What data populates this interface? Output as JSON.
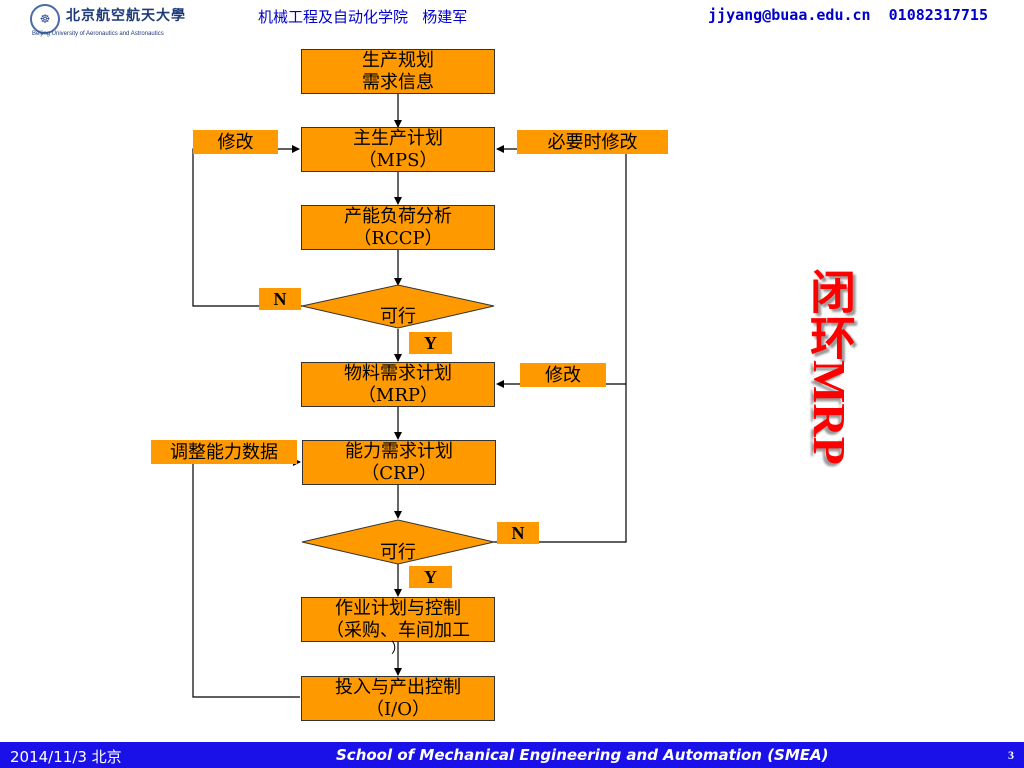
{
  "header": {
    "university_cn": "北京航空航天大學",
    "university_en": "Beijing University of Aeronautics and Astronautics",
    "center_text": "机械工程及自动化学院   杨建军",
    "contact": "jjyang@buaa.edu.cn  01082317715"
  },
  "flowchart": {
    "nodes": [
      {
        "line1": "生产规划",
        "line2": "需求信息"
      },
      {
        "line1": "主生产计划",
        "line2": "（MPS）"
      },
      {
        "line1": "产能负荷分析",
        "line2": "（RCCP）"
      },
      {
        "line1": "物料需求计划",
        "line2": "（MRP）"
      },
      {
        "line1": "能力需求计划",
        "line2": "（CRP）"
      },
      {
        "line1": "作业计划与控制",
        "line2": "（采购、车间加工",
        "line3": "）"
      },
      {
        "line1": "投入与产出控制",
        "line2": "（I/O）"
      }
    ],
    "decisions": [
      "可行",
      "可行"
    ],
    "labels": {
      "modify_left": "修改",
      "modify_right_top": "必要时修改",
      "modify_right_mid": "修改",
      "adjust_capacity": "调整能力数据",
      "n1": "N",
      "y1": "Y",
      "n2": "N",
      "y2": "Y"
    }
  },
  "side_title": "闭环MRP",
  "footer": {
    "date": "2014/11/3 北京",
    "school": "School of Mechanical Engineering and Automation (SMEA)",
    "page": "3"
  },
  "colors": {
    "box_fill": "#ff9900",
    "title_red": "#ff0000",
    "footer_blue": "#1a10e8",
    "header_blue": "#0000cc"
  }
}
